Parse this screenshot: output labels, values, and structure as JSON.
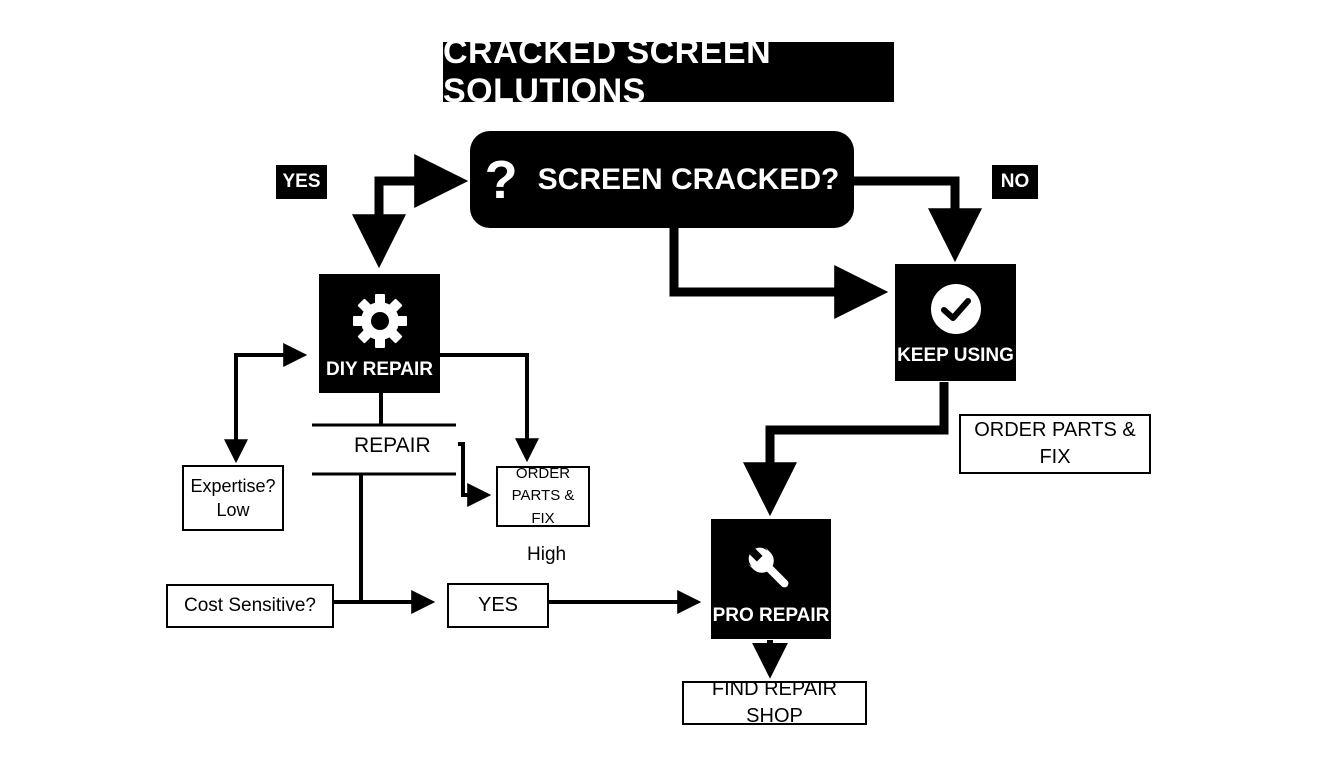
{
  "title": "CRACKED SCREEN SOLUTIONS",
  "decision": {
    "icon": "?",
    "label": "SCREEN CRACKED?"
  },
  "branches": {
    "yes": "YES",
    "no": "NO"
  },
  "nodes": {
    "diy": {
      "label": "DIY REPAIR",
      "icon": "gear-icon"
    },
    "keep": {
      "label": "KEEP USING",
      "icon": "check-icon"
    },
    "pro": {
      "label": "PRO REPAIR",
      "icon": "wrench-icon"
    }
  },
  "labels": {
    "repair": "REPAIR",
    "order_small_1": "ORDER",
    "order_small_2": "PARTS & FIX",
    "order_large": "ORDER PARTS & FIX",
    "expertise_1": "Expertise?",
    "expertise_2": "Low",
    "high": "High",
    "cost": "Cost Sensitive?",
    "yes_box": "YES",
    "find_shop": "FIND REPAIR SHOP"
  }
}
